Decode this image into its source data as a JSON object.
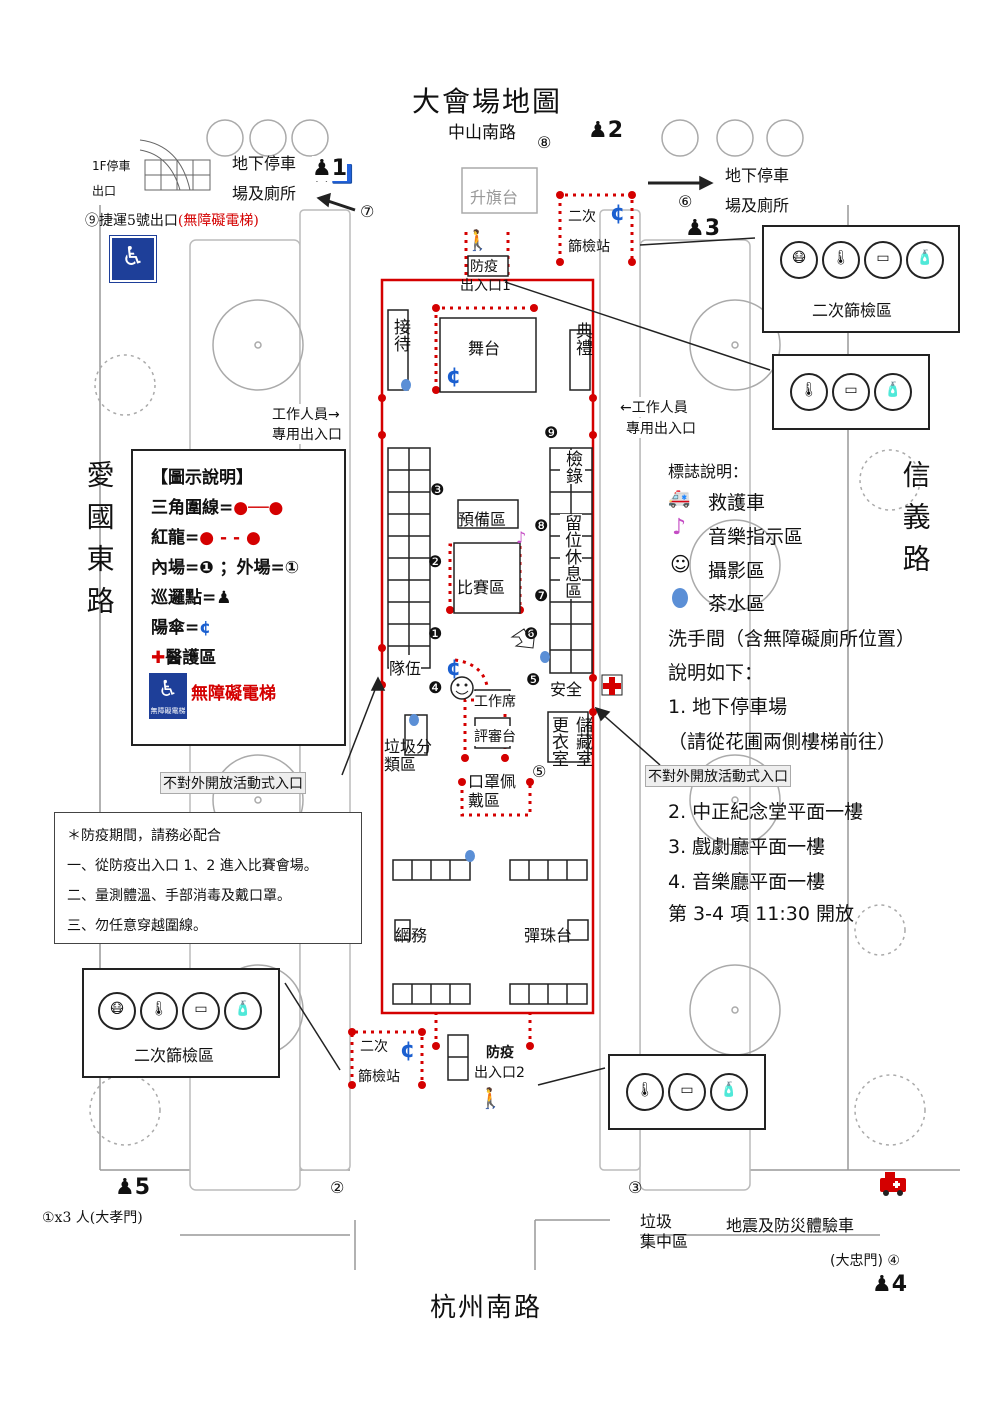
{
  "title": "大會場地圖",
  "roads": {
    "north": "中山南路",
    "south": "杭州南路",
    "west": "愛國東路",
    "east": "信義路"
  },
  "top_left": {
    "parking_1f": "1F停車",
    "exit": "出口",
    "underground_1": "地下停車",
    "underground_2": "場及廁所",
    "mrt": "⑨捷運5號出口",
    "mrt_accessible": "(無障礙電梯)",
    "circle7": "⑦"
  },
  "top_center": {
    "flagpole": "升旗台",
    "circle8": "⑧"
  },
  "top_right": {
    "underground_1": "地下停車",
    "underground_2": "場及廁所",
    "circle6": "⑥"
  },
  "screening": {
    "station_line1": "二次",
    "station_line2": "篩檢站",
    "area": "二次篩檢區"
  },
  "patrol": {
    "p1": "1",
    "p2": "2",
    "p3": "3",
    "p4": "4",
    "p5": "5"
  },
  "entrances": {
    "entrance1_a": "防疫",
    "entrance1_b": "出入口1",
    "entrance2_a": "防疫",
    "entrance2_b": "出入口2",
    "staff_left": "工作人員→\n專用出入口",
    "staff_left_1": "工作人員→",
    "staff_left_2": "專用出入口",
    "staff_right_1": "←工作人員",
    "staff_right_2": "專用出入口",
    "closed_left": "不對外開放活動式入口",
    "closed_right": "不對外開放活動式入口"
  },
  "venue": {
    "reception": "接待",
    "stage": "舞台",
    "ceremony": "典禮",
    "checkin": "檢錄",
    "prep": "預備區",
    "competition": "比賽區",
    "rest": "留位休息區",
    "team": "隊伍",
    "safety": "安全",
    "staff_seat": "工作席",
    "judges": "評審台",
    "garbage_sort": "垃圾分類區",
    "changing": "更衣室",
    "storage": "儲藏室",
    "mask": "口罩佩戴區",
    "network": "網務",
    "pinball": "彈珠台"
  },
  "inner_marks": {
    "n1": "❶",
    "n2": "❷",
    "n3": "❸",
    "n4": "❹",
    "n5": "❺",
    "n6": "❻",
    "n7": "❼",
    "n8": "❽",
    "n9": "❾",
    "o5": "⑤"
  },
  "legend": {
    "heading": "【圖示說明】",
    "triangle": "三角圍線=",
    "barrier": "紅龍=",
    "inner_outer": "內場=❶ ；外場=①",
    "patrol": "巡邏點=",
    "umbrella": "陽傘=",
    "medical": "醫護區",
    "accessible": "無障礙電梯",
    "badge": "無障礙電梯"
  },
  "signs": {
    "heading": "標誌說明：",
    "ambulance": "救護車",
    "music": "音樂指示區",
    "photo": "攝影區",
    "tea": "茶水區",
    "restroom": "洗手間（含無障礙廁所位置）",
    "explain": "說明如下：",
    "item1": "1.  地下停車場",
    "item1_note": "（請從花圃兩側樓梯前往）",
    "item2": "2.  中正紀念堂平面一樓",
    "item3": "3.  戲劇廳平面一樓",
    "item4": "4.  音樂廳平面一樓",
    "note": "第 3-4 項  11:30 開放"
  },
  "covid": {
    "line0": "＊防疫期間，請務必配合",
    "line1": "一、從防疫出入口 1、2 進入比賽會場。",
    "line2": "二、量測體溫、手部消毒及戴口罩。",
    "line3": "三、勿任意穿越圍線。"
  },
  "bottom": {
    "gate1": "①x3 人(大孝門)",
    "circle2": "②",
    "circle3": "③",
    "garbage_1": "垃圾",
    "garbage_2": "集中區",
    "quake": "地震及防災體驗車",
    "gate4": "(大忠門) ④"
  },
  "colors": {
    "red": "#d40000",
    "blue": "#1a5fd0",
    "tea": "#5b8fd6"
  }
}
